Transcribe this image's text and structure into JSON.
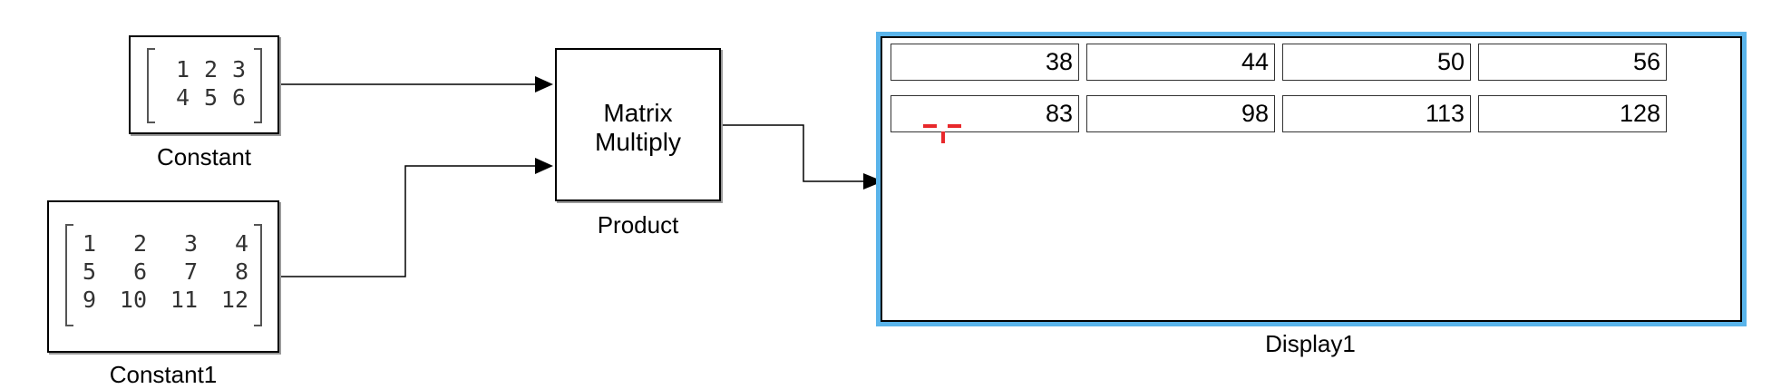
{
  "blocks": {
    "constant": {
      "label": "Constant",
      "matrix": [
        [
          "1",
          "2",
          "3"
        ],
        [
          "4",
          "5",
          "6"
        ]
      ]
    },
    "constant1": {
      "label": "Constant1",
      "matrix": [
        [
          "1",
          "2",
          "3",
          "4"
        ],
        [
          "5",
          "6",
          "7",
          "8"
        ],
        [
          "9",
          "10",
          "11",
          "12"
        ]
      ]
    },
    "product": {
      "label": "Product",
      "text_line1": "Matrix",
      "text_line2": "Multiply"
    },
    "display1": {
      "label": "Display1",
      "values": [
        [
          "38",
          "44",
          "50",
          "56"
        ],
        [
          "83",
          "98",
          "113",
          "128"
        ]
      ]
    }
  },
  "colors": {
    "selection": "#5ab4ea",
    "cursor": "#e8282b",
    "wire": "#000000"
  }
}
